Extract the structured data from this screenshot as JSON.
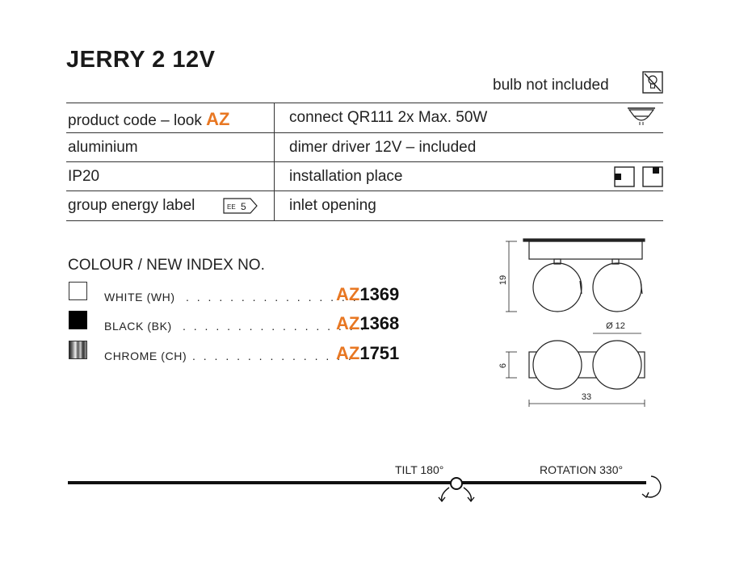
{
  "title": "JERRY 2 12V",
  "bulb_note": "bulb not included",
  "specs": {
    "left": [
      {
        "text": "product code – look ",
        "accent": "AZ"
      },
      {
        "text": "aluminium"
      },
      {
        "text": "IP20"
      },
      {
        "text": "group energy label",
        "badge": "5"
      }
    ],
    "right": [
      {
        "text": "connect QR111 2x Max. 50W"
      },
      {
        "text": "dimer driver 12V – included"
      },
      {
        "text": "installation place"
      },
      {
        "text": "inlet opening"
      }
    ]
  },
  "colour_section": {
    "title": "COLOUR / NEW INDEX NO.",
    "items": [
      {
        "label": "WHITE (WH)",
        "prefix": "AZ",
        "number": "1369",
        "swatch": "white"
      },
      {
        "label": "BLACK (BK)",
        "prefix": "AZ",
        "number": "1368",
        "swatch": "black"
      },
      {
        "label": "CHROME (CH)",
        "prefix": "AZ",
        "number": "1751",
        "swatch": "chrome"
      }
    ]
  },
  "dimensions": {
    "height": "19",
    "diameter": "Ø 12",
    "depth": "6",
    "width": "33"
  },
  "motion": {
    "tilt": "TILT 180°",
    "rotation": "ROTATION 330°"
  },
  "colors": {
    "accent": "#e87722",
    "line": "#1a1a1a"
  }
}
